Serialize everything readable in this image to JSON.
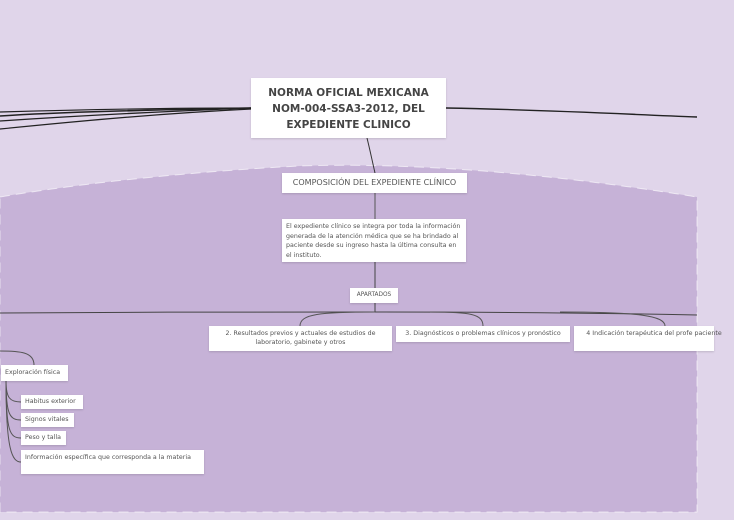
{
  "colors": {
    "outer_background": "#e0d5ea",
    "inner_region": "#c6b2d7",
    "node_background": "#ffffff",
    "text": "#555555",
    "connector": "#2a2a2a"
  },
  "root": {
    "line1": "NORMA OFICIAL MEXICANA",
    "line2": "NOM-004-SSA3-2012, DEL",
    "line3": "EXPEDIENTE CLINICO"
  },
  "composicion": {
    "title": "COMPOSICIÓN DEL EXPEDIENTE CLÍNICO",
    "description": "El expediente clínico se integra por toda la información generada de la atención médica que se ha brindado al paciente desde su ingreso hasta la última consulta en el instituto.",
    "apartados_label": "APARTADOS"
  },
  "apartados": [
    {
      "label": "2. Resultados previos y actuales de estudios de laboratorio, gabinete y otros"
    },
    {
      "label": "3. Diagnósticos o problemas clínicos y pronóstico"
    },
    {
      "label": "4 Indicación terapéutica del profe paciente"
    }
  ],
  "exploracion": {
    "label": "Exploración física",
    "children": [
      {
        "label": "Habitus exterior"
      },
      {
        "label": "Signos vitales"
      },
      {
        "label": "Peso y talla"
      },
      {
        "label": "Información específica que corresponda a la materia"
      }
    ]
  }
}
